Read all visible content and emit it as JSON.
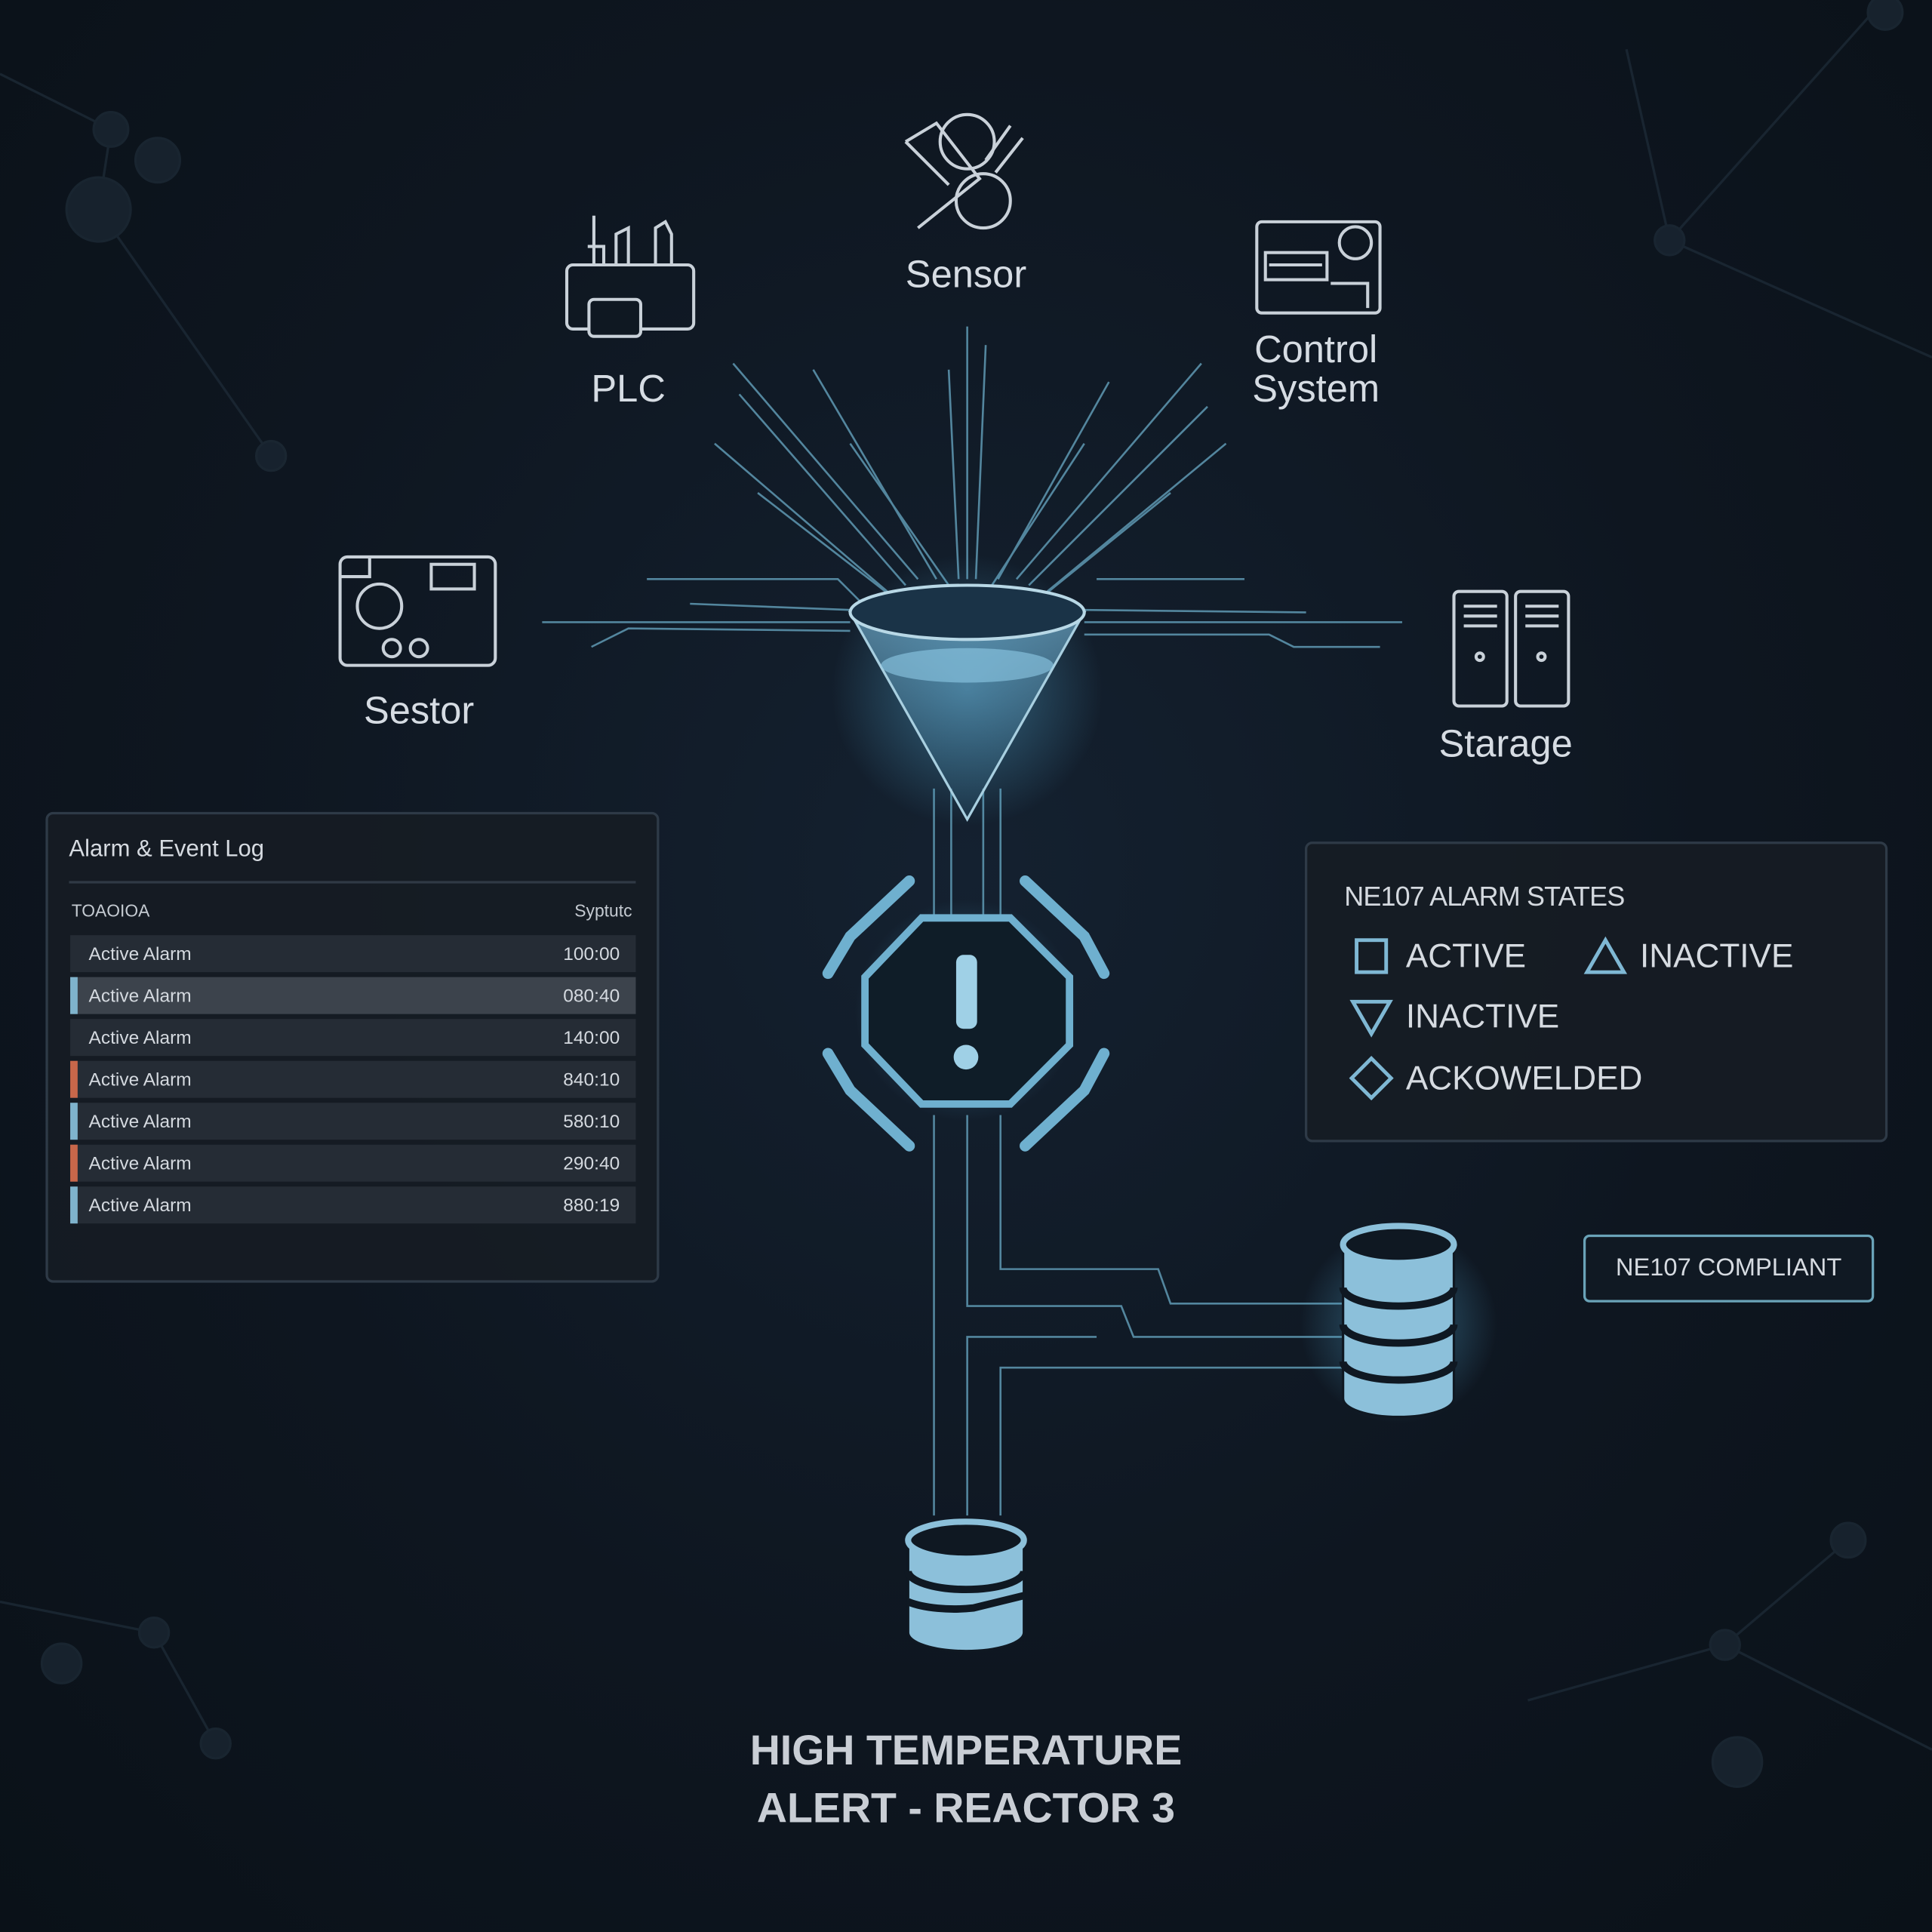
{
  "sources": {
    "sensor": "Sensor",
    "plc": "PLC",
    "control_system": [
      "Control",
      "System"
    ],
    "sestor": "Sestor",
    "storage": "Starage"
  },
  "alarm_log": {
    "title": "Alarm & Event Log",
    "columns": [
      "TOAOIOA",
      "Syptutc"
    ],
    "rows": [
      {
        "label": "Active Alarm",
        "value": "100:00",
        "marker": "none",
        "selected": false
      },
      {
        "label": "Active Alarm",
        "value": "080:40",
        "marker": "#7fb3cc",
        "selected": true
      },
      {
        "label": "Active Alarm",
        "value": "140:00",
        "marker": "none",
        "selected": false
      },
      {
        "label": "Active Alarm",
        "value": "840:10",
        "marker": "#c8674a",
        "selected": false
      },
      {
        "label": "Active Alarm",
        "value": "580:10",
        "marker": "#7fb3cc",
        "selected": false
      },
      {
        "label": "Active Alarm",
        "value": "290:40",
        "marker": "#c8674a",
        "selected": false
      },
      {
        "label": "Active Alarm",
        "value": "880:19",
        "marker": "#7fb3cc",
        "selected": false
      }
    ]
  },
  "ne107": {
    "title": "NE107 ALARM STATES",
    "states": [
      {
        "icon": "square-icon",
        "label": "ACTIVE"
      },
      {
        "icon": "triangle-up-icon",
        "label": "INACTIVE"
      },
      {
        "icon": "triangle-down-icon",
        "label": "INACTIVE"
      },
      {
        "icon": "diamond-icon",
        "label": "ACKOWELDED"
      }
    ],
    "badge": "NE107 COMPLIANT"
  },
  "alert": {
    "line1": "HIGH TEMPERATURE",
    "line2": "ALERT - REACTOR 3"
  },
  "colors": {
    "accent": "#7fb8d4",
    "line": "#6fa9c2",
    "background": "#0e1620",
    "warning": "#c8674a"
  }
}
